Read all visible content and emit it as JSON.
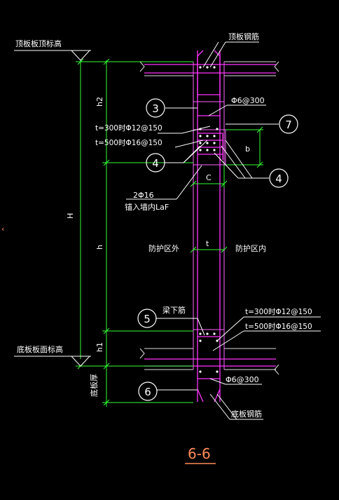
{
  "diagram": {
    "labels": {
      "top_elevation": "顶板板顶标高",
      "bottom_elevation": "底板板面标高",
      "top_rebar": "顶板钢筋",
      "bottom_rebar": "底板钢筋",
      "top_stirrup": "Φ6@300",
      "bottom_stirrup": "Φ6@300",
      "t300_top": "t=300时Φ12@150",
      "t500_top": "t=500时Φ16@150",
      "t300_bot": "t=300时Φ12@150",
      "t500_bot": "t=500时Φ16@150",
      "bars_2phi16": "2Φ16",
      "anchor": "锚入墙内LaF",
      "outside": "防护区外",
      "inside": "防护区内",
      "beam_bars": "梁下筋",
      "floor_thickness": "底板厚",
      "dim_H": "H",
      "dim_h": "h",
      "dim_h1": "h1",
      "dim_h2": "h2",
      "dim_t": "t",
      "dim_b": "b",
      "dim_c": "C",
      "section_title": "6-6"
    },
    "callouts": [
      "3",
      "7",
      "4",
      "4",
      "5",
      "6"
    ],
    "colors": {
      "wall": "#ff66ff",
      "dimension": "#33ff33",
      "rebar": "#ff33ff",
      "text": "#ffffff",
      "title": "#ff8c5a",
      "concrete": "#dddddd"
    }
  }
}
